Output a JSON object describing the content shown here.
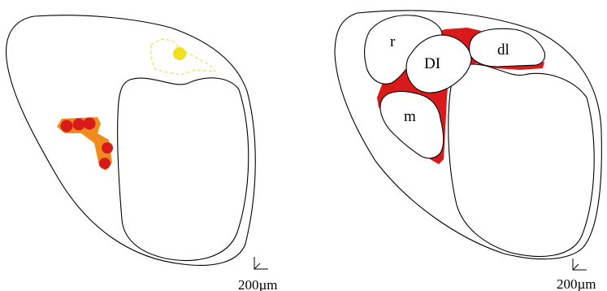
{
  "left_panel": {
    "scale_bar_label": "200µm"
  },
  "right_panel": {
    "region_labels": {
      "r": "r",
      "DI": "DI",
      "dl": "dl",
      "m": "m"
    },
    "scale_bar_label": "200µm"
  },
  "colors": {
    "red": "#d91a1a",
    "orange": "#f08c1e",
    "yellow": "#f0e020",
    "yellow_dashed": "#e8dc6a",
    "outline": "#000000"
  }
}
